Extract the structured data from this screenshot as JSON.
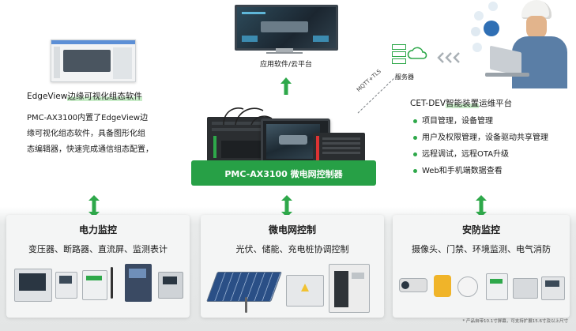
{
  "top": {
    "cloud_label": "应用软件/云平台",
    "server_label": "服务器",
    "mqtt_label": "MQTT+TLS"
  },
  "edgeview": {
    "title_prefix": "EdgeView",
    "title_highlight": "边缘可视化组态软件",
    "description_lines": [
      "PMC-AX3100内置了EdgeView边",
      "缘可视化组态软件，具备图形化组",
      "态编辑器，快速完成通信组态配置，"
    ]
  },
  "controller": {
    "label": "PMC-AX3100 微电网控制器"
  },
  "platform": {
    "title_prefix": "CET-DEV",
    "title_highlight": "智能装置",
    "title_suffix": "运维平台",
    "bullets": [
      "项目管理，设备管理",
      "用户及权限管理，设备驱动共享管理",
      "远程调试，远程OTA升级",
      "Web和手机端数据查看"
    ]
  },
  "panels": [
    {
      "title": "电力监控",
      "subtitle": "变压器、断路器、直流屏、监测表计"
    },
    {
      "title": "微电网控制",
      "subtitle": "光伏、储能、充电桩协调控制"
    },
    {
      "title": "安防监控",
      "subtitle": "摄像头、门禁、环境监测、电气消防"
    }
  ],
  "footnote": "* 产品自带10.1寸屏幕，可支持扩展15.6寸及以上尺寸",
  "colors": {
    "accent_green": "#2ea84a",
    "banner_green": "#27a046",
    "arrow_green": "#2ea84a"
  }
}
